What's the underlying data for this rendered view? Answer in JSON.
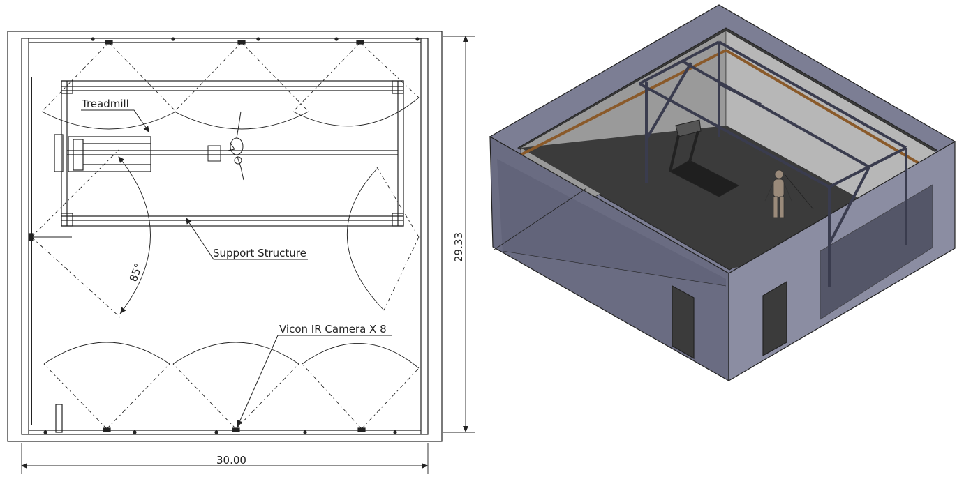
{
  "plan": {
    "labels": {
      "treadmill": "Treadmill",
      "support": "Support Structure",
      "camera": "Vicon IR Camera X 8",
      "angle": "85°"
    },
    "dimensions": {
      "width": "30.00",
      "height": "29.33"
    }
  },
  "colors": {
    "line": "#222222",
    "wall_dark": "#4a4c62",
    "wall_mid": "#7c7e94",
    "wall_light": "#9a9cb0",
    "floor": "#3b3b3b",
    "inner_wall": "#8f8f8f",
    "stripe": "#8a5a2a"
  }
}
